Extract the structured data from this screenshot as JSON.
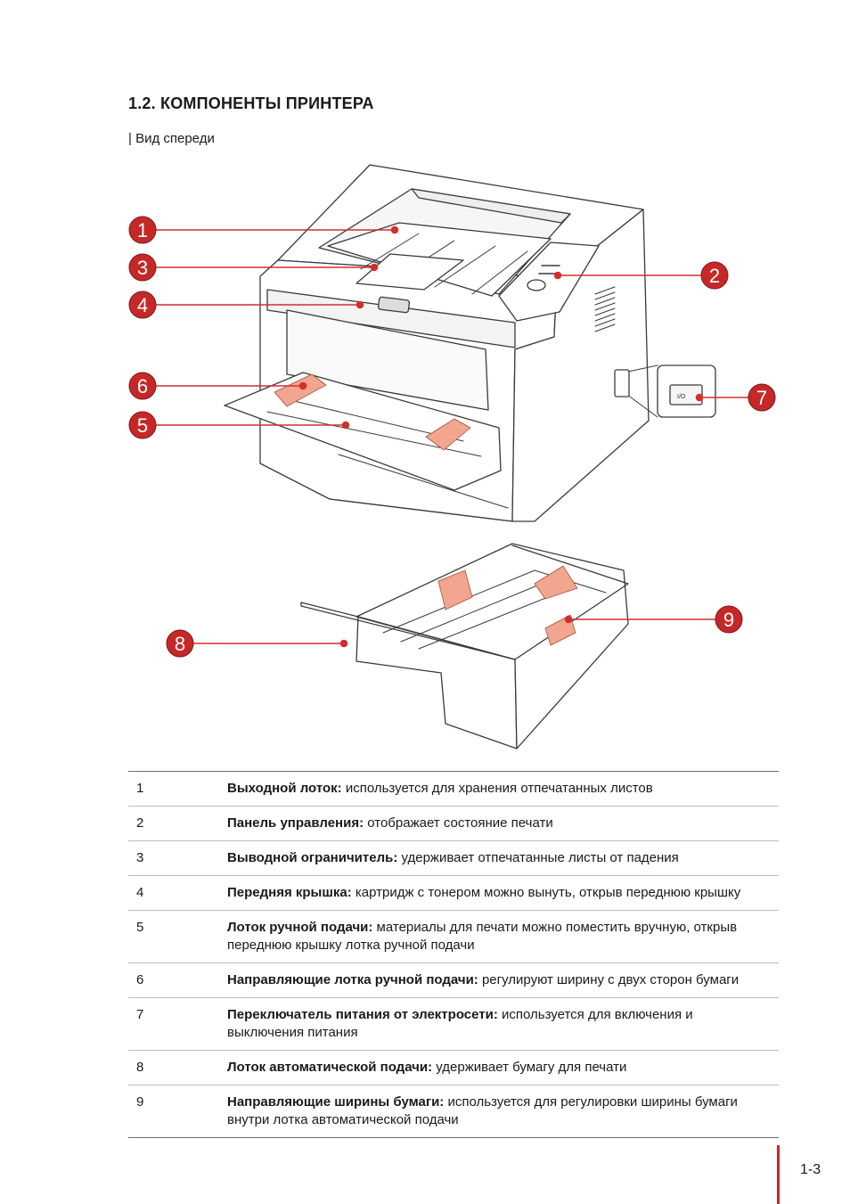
{
  "section": {
    "title": "1.2. КОМПОНЕНТЫ ПРИНТЕРА"
  },
  "subsection": {
    "label": "| Вид спереди"
  },
  "figure": {
    "callouts": [
      "1",
      "2",
      "3",
      "4",
      "5",
      "6",
      "7",
      "8",
      "9"
    ],
    "switch_label": "I/O",
    "colors": {
      "callout": "#c62828",
      "callout_line": "#d32f2f",
      "part_highlight": "#f2a58f",
      "outline": "#3a3a3a"
    }
  },
  "components": [
    {
      "num": "1",
      "term": "Выходной лоток:",
      "desc": " используется для хранения отпечатанных листов"
    },
    {
      "num": "2",
      "term": "Панель управления:",
      "desc": " отображает состояние печати"
    },
    {
      "num": "3",
      "term": "Выводной ограничитель:",
      "desc": " удерживает отпечатанные листы от падения"
    },
    {
      "num": "4",
      "term": "Передняя крышка:",
      "desc": " картридж с тонером можно вынуть, открыв переднюю крышку"
    },
    {
      "num": "5",
      "term": "Лоток ручной подачи:",
      "desc": " материалы для печати можно поместить вручную, открыв переднюю крышку лотка ручной подачи"
    },
    {
      "num": "6",
      "term": "Направляющие лотка ручной подачи:",
      "desc": " регулируют ширину с двух сторон бумаги"
    },
    {
      "num": "7",
      "term": "Переключатель питания от электросети:",
      "desc": " используется для включения и выключения питания"
    },
    {
      "num": "8",
      "term": "Лоток автоматической подачи:",
      "desc": " удерживает бумагу для печати"
    },
    {
      "num": "9",
      "term": "Направляющие ширины бумаги:",
      "desc": " используется для регулировки ширины бумаги внутри лотка автоматической подачи"
    }
  ],
  "page": {
    "number": "1-3"
  }
}
